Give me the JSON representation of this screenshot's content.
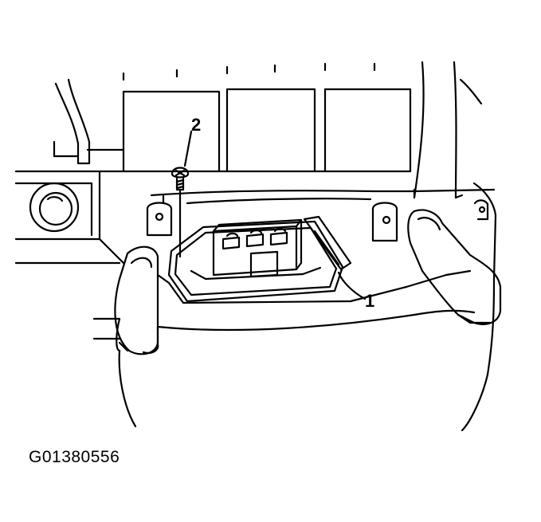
{
  "callouts": {
    "part_1": "1",
    "part_2": "2"
  },
  "figure_id": "G01380556",
  "colors": {
    "line": "#000000",
    "background": "#ffffff"
  }
}
